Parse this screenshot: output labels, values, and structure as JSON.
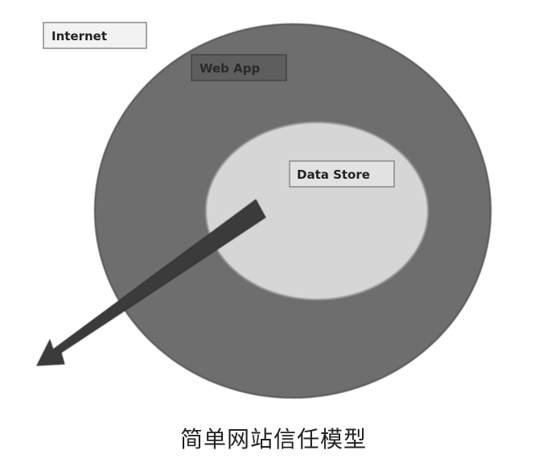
{
  "diagram": {
    "zones": {
      "internet": {
        "label": "Internet"
      },
      "web_app": {
        "label": "Web App"
      },
      "data_store": {
        "label": "Data Store"
      }
    },
    "colors": {
      "outer_circle": "#6e6e6e",
      "inner_circle": "#d6d6d6",
      "arrow": "#3a3a3a",
      "label_box": "#f2f2f2",
      "label_border": "#8a8a8a"
    }
  },
  "caption": "简单网站信任模型"
}
